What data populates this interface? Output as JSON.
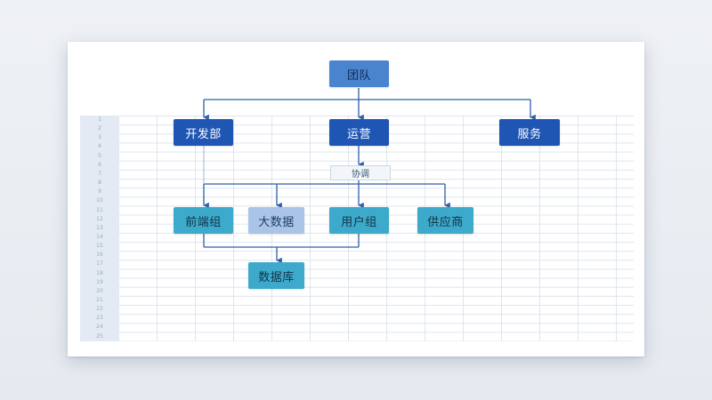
{
  "diagram": {
    "root": "团队",
    "level1": [
      "开发部",
      "运营",
      "服务"
    ],
    "connector_label": "协调",
    "level2": [
      "前端组",
      "大数据",
      "用户组",
      "供应商"
    ],
    "level3": "数据库"
  },
  "spreadsheet": {
    "row_numbers": [
      "1",
      "2",
      "3",
      "4",
      "5",
      "6",
      "7",
      "8",
      "9",
      "10",
      "11",
      "12",
      "13",
      "14",
      "15",
      "16",
      "17",
      "18",
      "19",
      "20",
      "21",
      "22",
      "23",
      "24",
      "25"
    ]
  },
  "colors": {
    "root": "#4a84cf",
    "dept": "#1f55b3",
    "team": "#3eaacb",
    "team_pale": "#a9c4e6",
    "connector": "#2e5fa8"
  }
}
